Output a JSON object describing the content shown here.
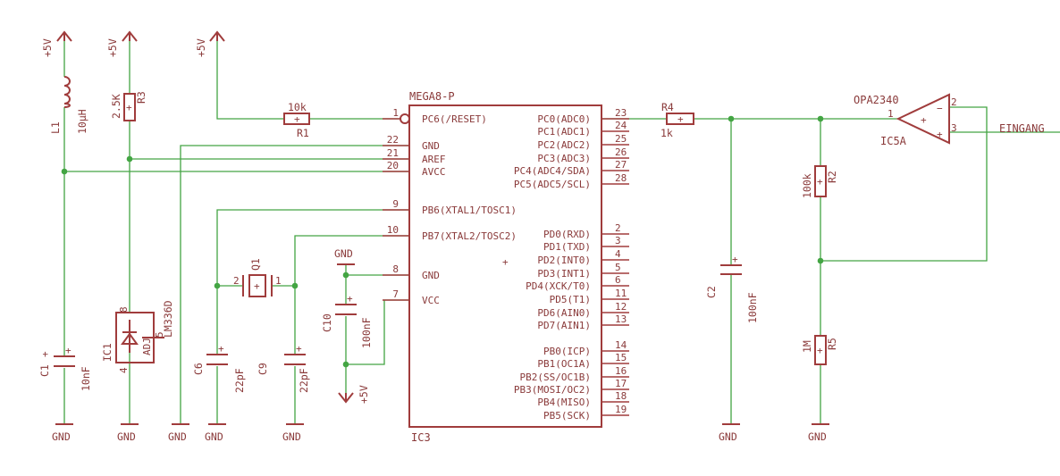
{
  "colors": {
    "wire": "#43a543",
    "symbol": "#a03c3c",
    "text": "#8a3a3a",
    "background": "#ffffff"
  },
  "supply": {
    "vcc": "+5V",
    "gnd": "GND"
  },
  "mcu": {
    "name": "MEGA8-P",
    "ref": "IC3",
    "left_pins": [
      {
        "num": "1",
        "name": "PC6(/RESET)"
      },
      {
        "num": "22",
        "name": "GND"
      },
      {
        "num": "21",
        "name": "AREF"
      },
      {
        "num": "20",
        "name": "AVCC"
      },
      {
        "num": "9",
        "name": "PB6(XTAL1/TOSC1)"
      },
      {
        "num": "10",
        "name": "PB7(XTAL2/TOSC2)"
      },
      {
        "num": "8",
        "name": "GND"
      },
      {
        "num": "7",
        "name": "VCC"
      }
    ],
    "right_pins": [
      {
        "num": "23",
        "name": "PC0(ADC0)"
      },
      {
        "num": "24",
        "name": "PC1(ADC1)"
      },
      {
        "num": "25",
        "name": "PC2(ADC2)"
      },
      {
        "num": "26",
        "name": "PC3(ADC3)"
      },
      {
        "num": "27",
        "name": "PC4(ADC4/SDA)"
      },
      {
        "num": "28",
        "name": "PC5(ADC5/SCL)"
      },
      {
        "num": "2",
        "name": "PD0(RXD)"
      },
      {
        "num": "3",
        "name": "PD1(TXD)"
      },
      {
        "num": "4",
        "name": "PD2(INT0)"
      },
      {
        "num": "5",
        "name": "PD3(INT1)"
      },
      {
        "num": "6",
        "name": "PD4(XCK/T0)"
      },
      {
        "num": "11",
        "name": "PD5(T1)"
      },
      {
        "num": "12",
        "name": "PD6(AIN0)"
      },
      {
        "num": "13",
        "name": "PD7(AIN1)"
      },
      {
        "num": "14",
        "name": "PB0(ICP)"
      },
      {
        "num": "15",
        "name": "PB1(OC1A)"
      },
      {
        "num": "16",
        "name": "PB2(SS/OC1B)"
      },
      {
        "num": "17",
        "name": "PB3(MOSI/OC2)"
      },
      {
        "num": "18",
        "name": "PB4(MISO)"
      },
      {
        "num": "19",
        "name": "PB5(SCK)"
      }
    ]
  },
  "parts": {
    "l1": {
      "ref": "L1",
      "value": "10µH"
    },
    "r3": {
      "ref": "R3",
      "value": "2.5K"
    },
    "r1": {
      "ref": "R1",
      "value": "10k"
    },
    "r4": {
      "ref": "R4",
      "value": "1k"
    },
    "r2": {
      "ref": "R2",
      "value": "100k"
    },
    "r5": {
      "ref": "R5",
      "value": "1M"
    },
    "c1": {
      "ref": "C1",
      "value": "10nF"
    },
    "c2": {
      "ref": "C2",
      "value": "100nF"
    },
    "c6": {
      "ref": "C6",
      "value": "22pF"
    },
    "c9": {
      "ref": "C9",
      "value": "22pF"
    },
    "c10": {
      "ref": "C10",
      "value": "100nF"
    },
    "q1": {
      "ref": "Q1",
      "pin1": "1",
      "pin2": "2"
    },
    "ic1": {
      "ref": "IC1",
      "value": "LM336D",
      "adj": "ADJ",
      "pin_top": "8",
      "pin_bottom": "4",
      "pin_adj": "5"
    },
    "ic5": {
      "ref": "IC5A",
      "value": "OPA2340",
      "pin_out": "1",
      "pin_inv": "2",
      "pin_noninv": "3",
      "minus": "−",
      "plus": "+"
    }
  },
  "net_labels": {
    "input": "EINGANG"
  },
  "plus_mark": "+"
}
